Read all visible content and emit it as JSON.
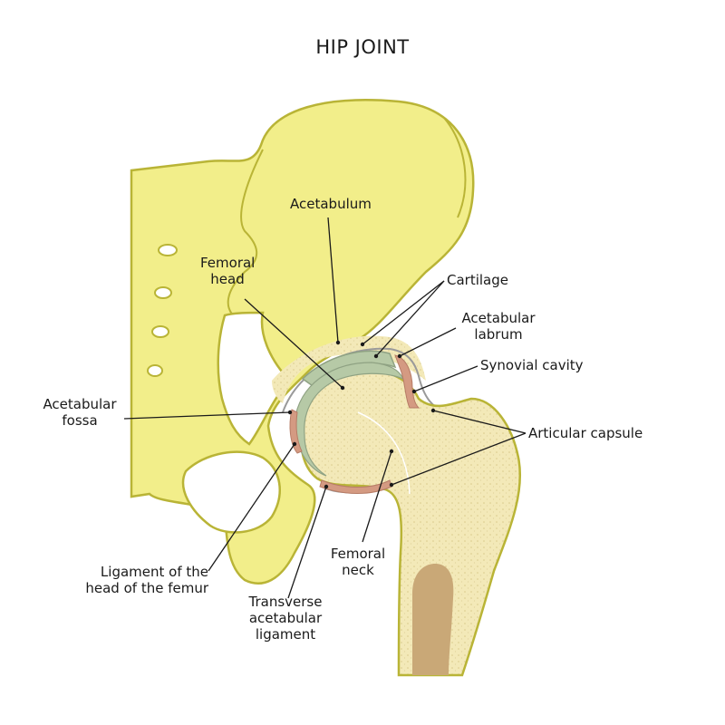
{
  "title": "HIP JOINT",
  "labels": {
    "acetabulum": "Acetabulum",
    "femoral_head": [
      "Femoral",
      "head"
    ],
    "cartilage": "Cartilage",
    "acetabular_labrum": [
      "Acetabular",
      "labrum"
    ],
    "synovial_cavity": "Synovial cavity",
    "acetabular_fossa": [
      "Acetabular",
      "fossa"
    ],
    "articular_capsule": "Articular capsule",
    "ligament_head_femur": [
      "Ligament of the",
      "head of the femur"
    ],
    "femoral_neck": [
      "Femoral",
      "neck"
    ],
    "transverse_ligament": [
      "Transverse",
      "acetabular",
      "ligament"
    ]
  },
  "colors": {
    "bone": "#f2ee8a",
    "bone_outline": "#b9b436",
    "spongy_bone": "#f3e9b8",
    "marrow": "#c9a877",
    "cartilage": "#b6c9a6",
    "labrum": "#d49a82",
    "capsule": "#9a9a9a",
    "leader": "#1a1a1a"
  }
}
